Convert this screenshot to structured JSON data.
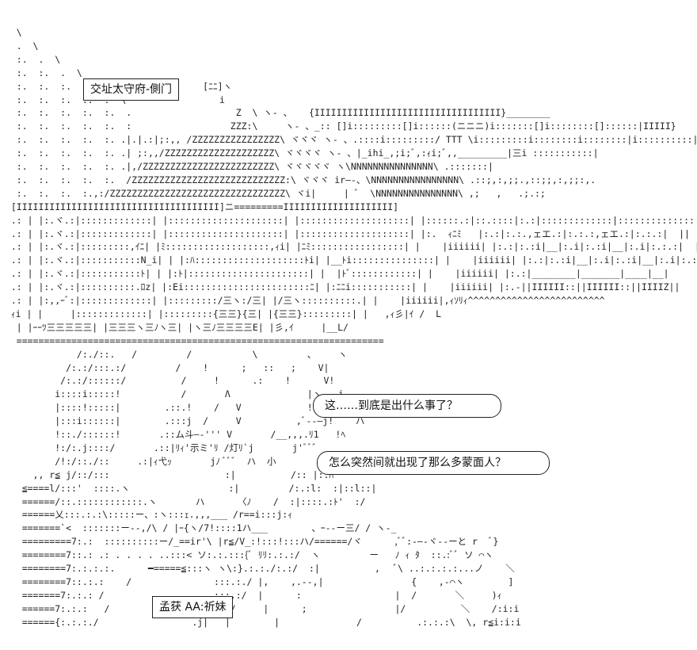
{
  "art_lines": [
    "   \\",
    "   .  \\",
    "   :.  .  \\",
    "   :.  :.  .  \\",
    "   :.  :.  :.  .  \\                  [ﾆﾆ]ヽ",
    "   :.  :.  :.  :.  .  \\                 i",
    "   :.  :.  :.  :.  :.  .                   Z  \\ ヽ- 、   {IIIIIIIIIIIIIIIIIIIIIIIIIIIIIIIIII}________",
    "   :.  :.  :.  :.  :.  :                  ZZZ:\\     ヽ- 、_:: []i:::::::::[]i::::::(ニニニ)i:::::::[]i::::::::[]::::::|IIIII}",
    "   :.  :.  :.  :.  :. .|.|.:|;:,, /ZZZZZZZZZZZZZZZZ\\ ヾヾヾ ヽ- 、.::::i:::::::::/ TTT \\i:::::::::i::::::::i::::::::|i::::::::::|",
    "   :.  :.  :.  :.  :. .| ;:,,/ZZZZZZZZZZZZZZZZZZZZ\\ ヾヾヾヾ ヽ- 、|_ihi_,;i;ﾞ,:ｨi;ﾞ,,_________|三i :::::::::::|",
    "   :.  :.  :.  :.  :. .|,/ZZZZZZZZZZZZZZZZZZZZZZZZ\\ ヾヾヾヾヾ ヽ\\NNNNNNNNNNNNNNN\\ .:::::::|",
    "   :.  :.  :.  :.  :.  /ZZZZZZZZZZZZZZZZZZZZZZZZZZZZ:\\ ヾヾヾ ir―-、\\NNNNNNNNNNNNNNNN\\ .::;,:,;;.,::;;,:,;;:,.",
    "   :.  :.  :.  :.,:/ZZZZZZZZZZZZZZZZZZZZZZZZZZZZZZZZ\\ ヾi|     | ﾞ  \\NNNNNNNNNNNNNNN\\ ,;   ,   .;.:;",
    "  [IIIIIIIIIIIIIIIIIIIIIIIIIIIIIIIIIIIII]ニ=========IIIIIIIIIIIIIIIIIIII]",
    "  .: | |:.ヾ.:|:::::::::::::| |:::::::::::::::::::::| |::::::::::::::::::::| |::::::.:|::.::::|:.:|:::::::::::::|::::::::::::::|:::::::|  ||",
    "  .: | |:.ヾ.:|:::::::::::::| |:::::::::::::::::::::| |::::::::::::::::::::| |:.  ｨﾆﾐ   |:.:|:.:.,ェエ.:|:.:.:,ェエ.:|:.:.:|  ||",
    "  .: | |:.ヾ.:|:::::::::,ｲﾆ| |ﾐ:::::::::::::::::::,ｨi| |ﾆﾐ:::::::::::::::::| |    |iiiiii| |:.:|:.:i|__|:.i|:.:i|__|:.i|:.:.:|  ||",
    "  .: | |:.ヾ.:|:::::::::::N_i| | |:ﾊ::::::::::::::::::::ﾄi| |__ﾄi:::::::::::::::| |    |iiiiii| |:.:|:.:i|__|:.i|:.:i|__|:.i|:.:.:|__||______",
    "  .: | |:.ヾ.:|:::::::::::ﾄ| | |:ﾄ|::::::::::::::::::::::| |  |ﾄﾞ::::::::::::| |    |iiiiii| |:.:|________|_______|____|__|",
    "  .: | |:.ヾ.:|::::::::::.ﾛz| |:Ei:::::::::::::::::::::::ﾆ| |:ﾆﾆi:::::::::::| |    |iiiiii| |:.-||IIIIII::||IIIIII::||IIIIZ||",
    "  .: | |:,,ｰﾞ:|:::::::::::::| |:::::::::/三ヽ:/三| |/三ヽ::::::::::.| |    |iiiiii|,ｨｿﾘｨ^^^^^^^^^^^^^^^^^^^^^^^^^",
    "  ｨi | |     |:::::::::::::| |:::::::::{三三}{三| |{三三}:::::::::| |   ,ｨ彡|ｲ /  L",
    "   | |ｰｰﾂ三三三三三| |三三三ヽ三ﾉヽ三| |ヽ三ﾉ三三三三E| |彡,ｲ     |__L/",
    "   ===================================================================",
    "              /:./::.   /         /           \\         、    ヽ",
    "            /:.:/:::.:/         /    !      ;   ::   ;    V|",
    "           /:.:/::::::/          /     !      .:    !      V!",
    "          i::::i:::::!           /       Λ              |ヽ   j",
    "          |::::!:::::|        .::.!    /   V            !  V!     !",
    "          |:::i::::::|        .:::j  /     V          ,ﾞ--―j!    ハ",
    "          !::./::::::!       .::ム斗―‐''' V       /__,,,.ﾘ1   !ﾍ",
    "          !:/:.j::::/       .::|ﾘｨ'示ミ'ﾘ /灯ﾘ`j       j'ﾞﾞﾞ",
    "          /!:/::./::     .:|ｨ弋ｯ       jﾉ ﾞﾞﾞ  ハ  小",
    "      ,, r≦ j/::/:::                     :|          /:: |::ﾊ",
    "    ≦====l/:::'  ::::.ヽ                  :|         /:.:l:  :|::l::|",
    "    ======/::.::::::::::::.ヽ       ハ      〈ﾉ    /  :|::::.:ﾄ'  :/",
    "    ======乂:::.:.:\\:::::ー、:ヽ:::ｪ.,,,___ /r==i:::j:ｨ",
    "    =======`<  :::::::ー--,/\\ / |ｰ{ヽ/7!::::1ハ___        、ｰ--ー三/ / ヽ-_",
    "    =========7:.:  ::::::::::ー/_==ir'\\ |r≦/V_:!:::!:::ハ/======/ヾ      ,ﾞﾞ:-―-ヾ--ーと r  ﾞ}",
    "    ========7::.: .: . . . . ..:::< ソ:.:.:::{ﾞ ﾘﾘ:.:.:/  ヽ         ー   ﾉ ｨ ﾀ  ::.:ﾞﾞ ソ ⌒ヽ",
    "    ========7:.:.:.:.      ━=====≦:::ヽ ヽ\\:}.:.:./:.:/  :|          ,   ﾞ\\ ..:.:.:.:...ノ    ＼",
    "    ========7::.:.:    /               :::.:./ |,    ,.--,|                {    ,-⌒ヽ        ]",
    "    =======7:.:.: /                   .:::.:/  |      :                 |  /       ＼     )ｨ",
    "    ======7:.:.:   /                :::.:./     |      ;                |/          ＼    /:i:i",
    "    ======{:.:.:./                 .j|   |        |              /          .:.:.:\\  \\, r≦i:i:i"
  ],
  "sign_top": {
    "label": "交址太守府-側门"
  },
  "sign_bottom": {
    "label": "孟获 AA:祈妹"
  },
  "bubble_1": {
    "text": "这……到底是出什么事了？"
  },
  "bubble_2": {
    "text": "怎么突然间就出现了那么多蒙面人？"
  }
}
